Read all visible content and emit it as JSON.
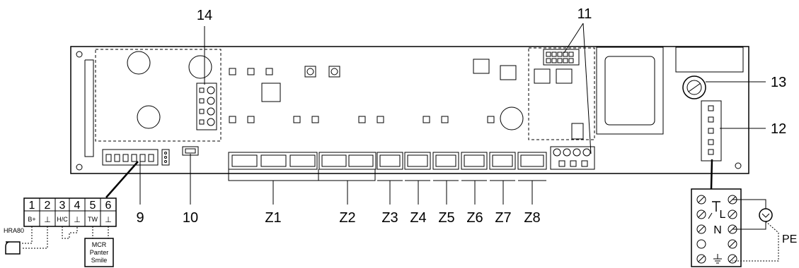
{
  "callouts": {
    "c9": "9",
    "c10": "10",
    "c11": "11",
    "c12": "12",
    "c13": "13",
    "c14": "14"
  },
  "zones": [
    "Z1",
    "Z2",
    "Z3",
    "Z4",
    "Z5",
    "Z6",
    "Z7",
    "Z8"
  ],
  "terminal_block": {
    "numbers": [
      "1",
      "2",
      "3",
      "4",
      "5",
      "6"
    ],
    "signals": [
      "B+",
      "⊥",
      "H/C",
      "⊥",
      "TW",
      "⊥"
    ]
  },
  "devices": {
    "room_unit": "HRA80",
    "thermostat_lines": [
      "MCR",
      "Panter",
      "Smile"
    ]
  },
  "mains": {
    "live": "L",
    "neutral": "N",
    "earth": "PE"
  }
}
